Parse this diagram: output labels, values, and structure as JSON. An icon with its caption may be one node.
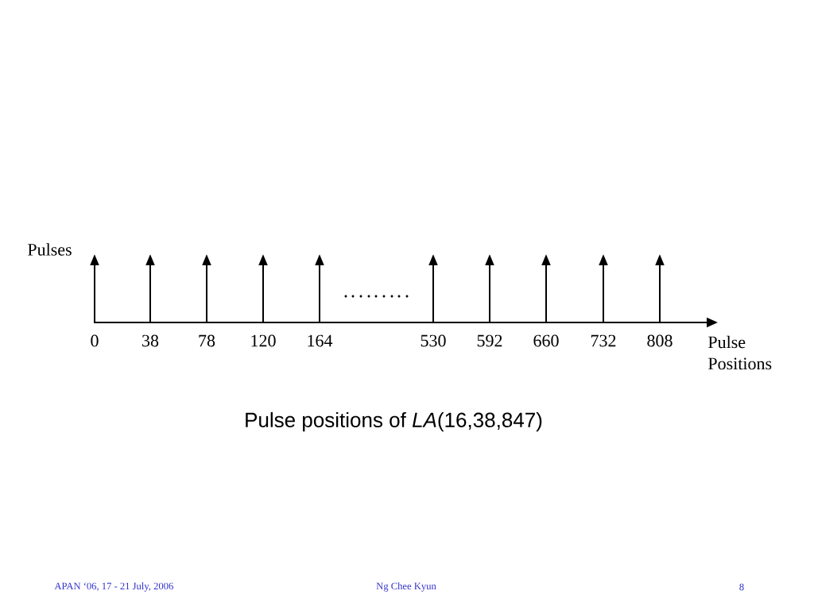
{
  "diagram": {
    "caption": "Pulse positions of *LA*(16,38,847)",
    "labels": [
      "Pulses",
      "0",
      "38",
      "78",
      "120",
      "164",
      "530",
      "592",
      "660",
      "732",
      "808",
      "Pulse Positions",
      "APAN ‘06, 17 - 21 July, 2006",
      "Ng Chee Kyun",
      "8"
    ]
  }
}
